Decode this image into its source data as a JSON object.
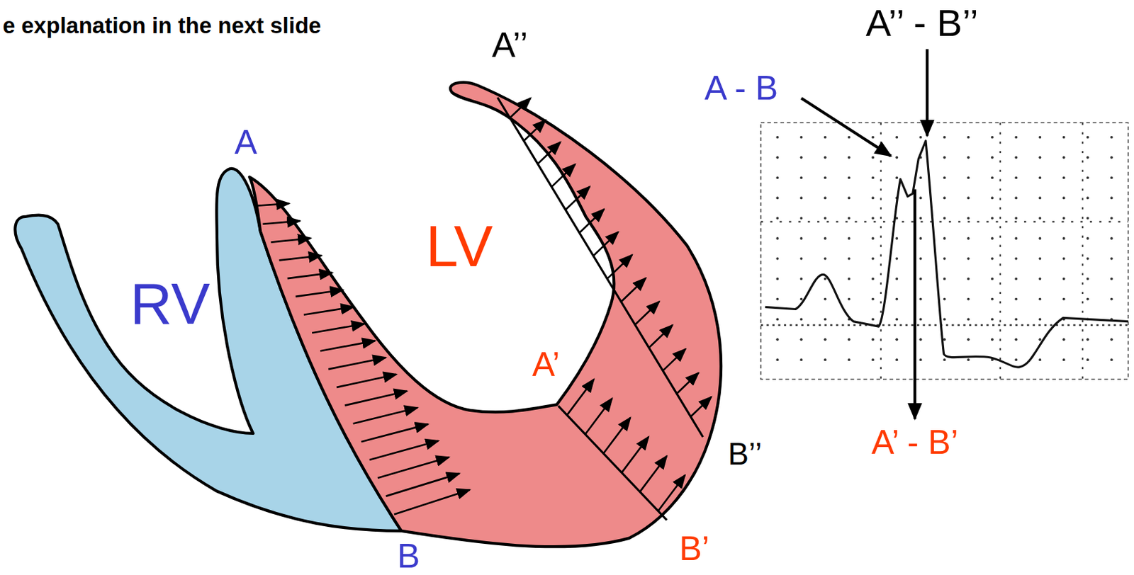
{
  "diagram": {
    "labels": [
      "e explanation in the next slide",
      "A’’",
      "A’’ - B’’",
      "A - B",
      "A",
      "LV",
      "RV",
      "A’",
      "B’’",
      "A’ - B’",
      "B",
      "B’"
    ]
  }
}
